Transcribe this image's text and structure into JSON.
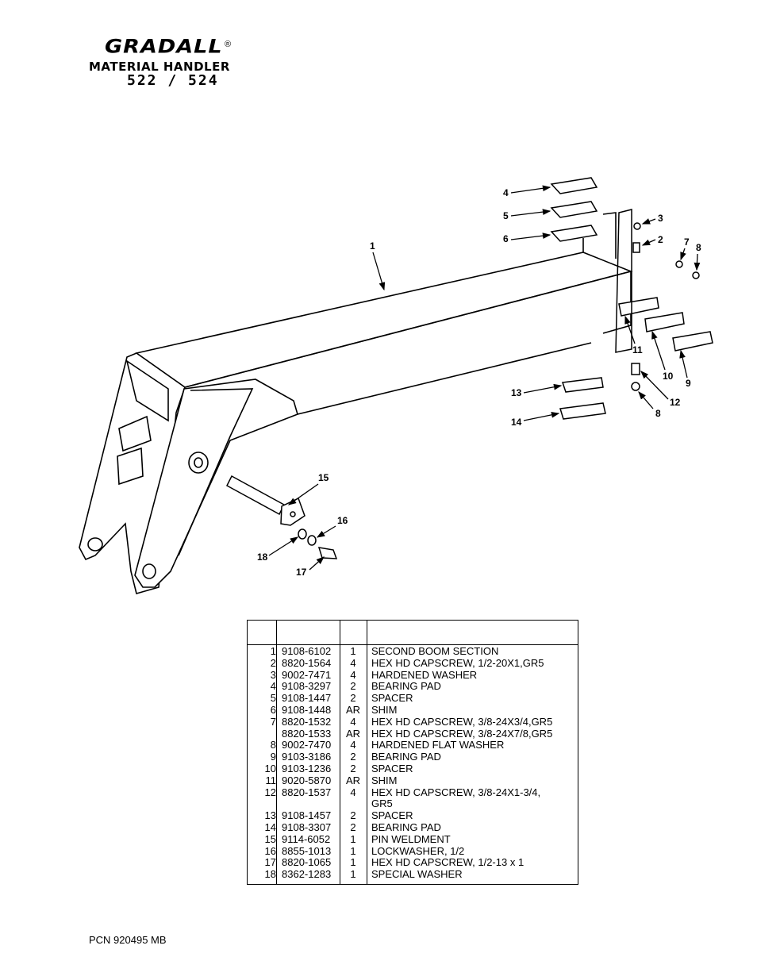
{
  "header": {
    "brand": "GRADALL",
    "registered_mark": "®",
    "subtitle": "MATERIAL HANDLER",
    "model": "522 / 524"
  },
  "diagram": {
    "callouts": [
      "1",
      "2",
      "3",
      "4",
      "5",
      "6",
      "7",
      "8",
      "8",
      "9",
      "10",
      "11",
      "12",
      "13",
      "14",
      "15",
      "16",
      "17",
      "18"
    ]
  },
  "parts_table": {
    "rows": [
      {
        "item": "1",
        "part": "9108-6102",
        "qty": "1",
        "desc": "SECOND BOOM SECTION"
      },
      {
        "item": "2",
        "part": "8820-1564",
        "qty": "4",
        "desc": "HEX HD CAPSCREW, 1/2-20X1,GR5"
      },
      {
        "item": "3",
        "part": "9002-7471",
        "qty": "4",
        "desc": "HARDENED WASHER"
      },
      {
        "item": "4",
        "part": "9108-3297",
        "qty": "2",
        "desc": "BEARING PAD"
      },
      {
        "item": "5",
        "part": "9108-1447",
        "qty": "2",
        "desc": "SPACER"
      },
      {
        "item": "6",
        "part": "9108-1448",
        "qty": "AR",
        "desc": "SHIM"
      },
      {
        "item": "7",
        "part": "8820-1532",
        "qty": "4",
        "desc": "HEX HD CAPSCREW, 3/8-24X3/4,GR5"
      },
      {
        "item": "",
        "part": "8820-1533",
        "qty": "AR",
        "desc": "HEX HD CAPSCREW, 3/8-24X7/8,GR5"
      },
      {
        "item": "8",
        "part": "9002-7470",
        "qty": "4",
        "desc": "HARDENED FLAT WASHER"
      },
      {
        "item": "9",
        "part": "9103-3186",
        "qty": "2",
        "desc": "BEARING PAD"
      },
      {
        "item": "10",
        "part": "9103-1236",
        "qty": "2",
        "desc": "SPACER"
      },
      {
        "item": "11",
        "part": "9020-5870",
        "qty": "AR",
        "desc": "SHIM"
      },
      {
        "item": "12",
        "part": "8820-1537",
        "qty": "4",
        "desc": "HEX HD CAPSCREW, 3/8-24X1-3/4,"
      },
      {
        "item": "",
        "part": "",
        "qty": "",
        "desc": "GR5"
      },
      {
        "item": "13",
        "part": "9108-1457",
        "qty": "2",
        "desc": "SPACER"
      },
      {
        "item": "14",
        "part": "9108-3307",
        "qty": "2",
        "desc": "BEARING PAD"
      },
      {
        "item": "15",
        "part": "9114-6052",
        "qty": "1",
        "desc": "PIN WELDMENT"
      },
      {
        "item": "16",
        "part": "8855-1013",
        "qty": "1",
        "desc": "LOCKWASHER, 1/2"
      },
      {
        "item": "17",
        "part": "8820-1065",
        "qty": "1",
        "desc": "HEX HD CAPSCREW, 1/2-13 x 1"
      },
      {
        "item": "18",
        "part": "8362-1283",
        "qty": "1",
        "desc": "SPECIAL WASHER"
      }
    ]
  },
  "footer": {
    "pcn": "PCN 920495 MB"
  }
}
